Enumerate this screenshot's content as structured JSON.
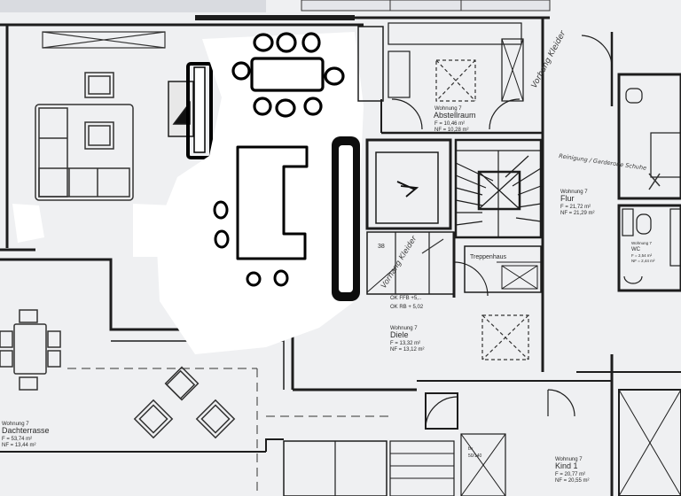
{
  "rooms": [
    {
      "unit": "Wohnung 7",
      "name": "Abstellraum",
      "area_f": "F = 10,46 m²",
      "area_nf": "NF = 10,28 m²"
    },
    {
      "unit": "Wohnung 7",
      "name": "Flur",
      "area_f": "F = 21,72 m²",
      "area_nf": "NF = 21,29 m²"
    },
    {
      "unit": "Wohnung 7",
      "name": "Diele",
      "area_f": "F = 13,32 m²",
      "area_nf": "NF = 13,12 m²"
    },
    {
      "unit": "Wohnung 7",
      "name": "Dachterrasse",
      "area_f": "F = 53,74 m²",
      "area_nf": "NF = 13,44 m²"
    },
    {
      "unit": "Wohnung 7",
      "name": "Kind 1",
      "area_f": "F = 20,77 m²",
      "area_nf": "NF = 20,55 m²"
    },
    {
      "unit": "Wohnung 7",
      "name": "WC",
      "area_f": "F = 2,54 m²",
      "area_nf": "NF = 2,44 m²"
    }
  ],
  "labels": {
    "treppenhaus": "Treppenhaus",
    "ok_ffb": "OK FFB +5,..",
    "ok_rb": "OK RB + 5,02",
    "dim_38": "38",
    "bottom_small_1": "bv",
    "bottom_small_2": "50/140"
  },
  "handwriting": {
    "note_right_top": "Vorhang Kleider",
    "note_right_mid": "Reinigung / Garderobe Schuhe",
    "note_center": "Vorhang Kleider"
  },
  "colors": {
    "ink": "#1d1d1d",
    "marker": "#000000",
    "whiteout": "#ffffff",
    "paper": "#f1f2f4"
  }
}
